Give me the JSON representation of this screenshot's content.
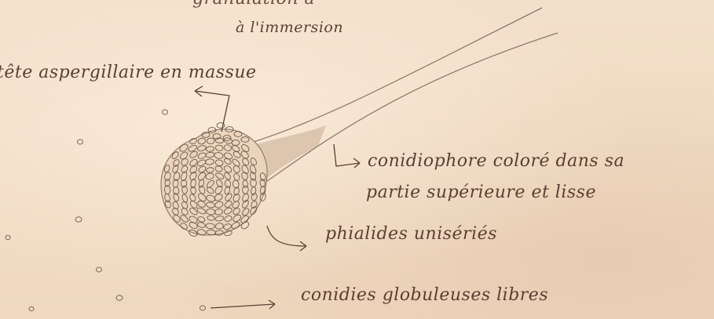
{
  "sketch": {
    "top_line": "granulation à",
    "subtitle": "à l'immersion",
    "head_label": "tête aspergillaire en massue",
    "conidiophore_line1": "conidiophore coloré dans sa",
    "conidiophore_line2": "partie supérieure et lisse",
    "phialides_label": "phialides unisériés",
    "conidia_label": "conidies globuleuses libres"
  },
  "colors": {
    "paper": "#f1ddc6",
    "ink": "#5b3f33",
    "pencil": "#8a7568"
  }
}
